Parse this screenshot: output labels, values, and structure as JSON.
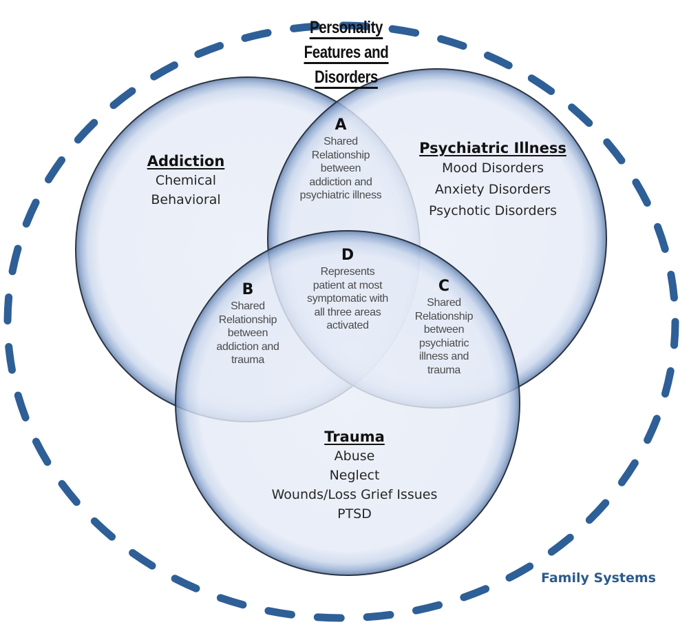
{
  "diagram": {
    "type": "venn",
    "outer_boundary": {
      "label": "Family Systems",
      "style": "dashed",
      "color": "#2e5f96"
    },
    "top_label": {
      "lines": [
        "Personality",
        "Features and",
        "Disorders"
      ]
    },
    "circles": [
      {
        "id": "addiction",
        "heading": "Addiction",
        "items": [
          "Chemical",
          "Behavioral"
        ]
      },
      {
        "id": "psychiatric",
        "heading": "Psychiatric Illness",
        "items": [
          "Mood Disorders",
          "Anxiety Disorders",
          "Psychotic Disorders"
        ]
      },
      {
        "id": "trauma",
        "heading": "Trauma",
        "items": [
          "Abuse",
          "Neglect",
          "Wounds/Loss Grief Issues",
          "PTSD"
        ]
      }
    ],
    "regions": [
      {
        "letter": "A",
        "lines": [
          "Shared",
          "Relationship",
          "between",
          "addiction and",
          "psychiatric illness"
        ]
      },
      {
        "letter": "B",
        "lines": [
          "Shared",
          "Relationship",
          "between",
          "addiction and",
          "trauma"
        ]
      },
      {
        "letter": "C",
        "lines": [
          "Shared",
          "Relationship",
          "between",
          "psychiatric",
          "illness and",
          "trauma"
        ]
      },
      {
        "letter": "D",
        "lines": [
          "Represents",
          "patient at most",
          "symptomatic with",
          "all three areas",
          "activated"
        ]
      }
    ],
    "colors": {
      "circle_fill": "#e6ebf6",
      "circle_rim": "#8fa9cf",
      "circle_outline": "#2a3342",
      "dash": "#2e5f96"
    }
  }
}
